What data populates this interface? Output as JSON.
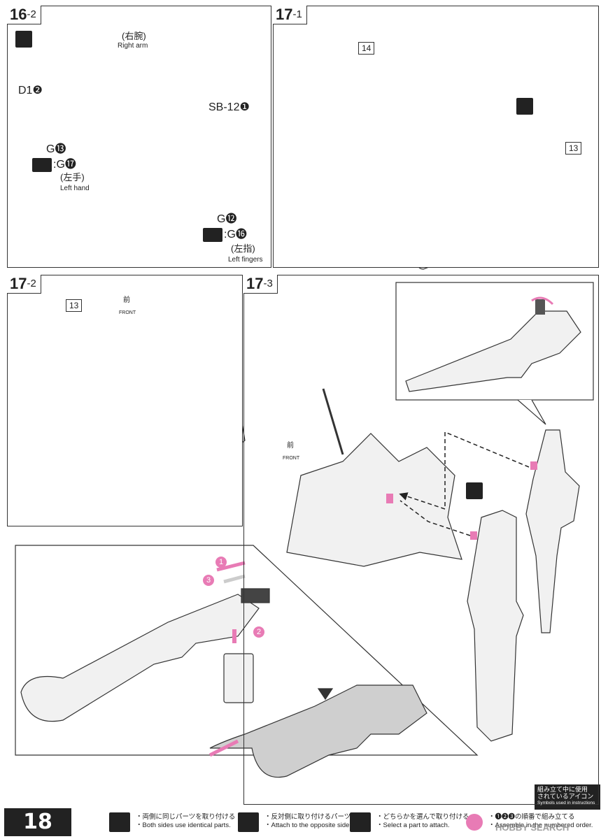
{
  "page_number": "18",
  "panels": {
    "p16_2": {
      "step": "16",
      "sub": "-2",
      "right_arm_jp": "(右腕)",
      "right_arm_en": "Right arm",
      "d1": "D1❷",
      "sb": "SB-12❶",
      "g13": "G⓭",
      "g17": ":G⓱",
      "left_hand_jp": "(左手)",
      "left_hand_en": "Left hand",
      "g12": "G⓬",
      "g16": ":G⓰",
      "left_fingers_jp": "(左指)",
      "left_fingers_en": "Left fingers"
    },
    "p17_1": {
      "step": "17",
      "sub": "-1",
      "part14": "14",
      "part13": "13"
    },
    "p17_2": {
      "step": "17",
      "sub": "-2",
      "part13": "13",
      "front_jp": "前",
      "front_en": "FRONT"
    },
    "p17_3": {
      "step": "17",
      "sub": "-3",
      "front_jp": "前",
      "front_en": "FRONT"
    }
  },
  "inset": {
    "num1": "1",
    "num2": "2",
    "num3": "3"
  },
  "icons_box": {
    "title_jp_1": "組み立て中に使用",
    "title_jp_2": "されているアイコン",
    "title_en": "Symbols used in instructions"
  },
  "legend": [
    {
      "jp": "・両側に同じパーツを取り付ける",
      "en": "・Both sides use identical parts."
    },
    {
      "jp": "・反対側に取り付けるパーツ",
      "en": "・Attach to the opposite side."
    },
    {
      "jp": "・どちらかを選んで取り付ける",
      "en": "・Select a part to attach."
    },
    {
      "jp": "・❶❷❸の順番で組み立てる",
      "en": "・Assemble in the numbered order."
    }
  ],
  "watermark": "HOBBY SEARCH",
  "colors": {
    "accent_pink": "#e87bb5",
    "ink": "#222222",
    "part_fill": "#f1f1f1"
  }
}
